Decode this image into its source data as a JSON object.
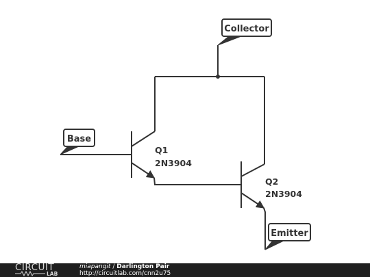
{
  "schematic": {
    "labels": {
      "collector": "Collector",
      "base": "Base",
      "emitter": "Emitter"
    },
    "q1": {
      "ref": "Q1",
      "part": "2N3904"
    },
    "q2": {
      "ref": "Q2",
      "part": "2N3904"
    }
  },
  "footer": {
    "logo_top": "CIRCUIT",
    "logo_bottom": "LAB",
    "author": "miapangit",
    "separator": " / ",
    "title": "Darlington Pair",
    "url": "http://circuitlab.com/cnn2u75"
  },
  "colors": {
    "ink": "#333333",
    "footer_bg": "#1f1f1f"
  }
}
